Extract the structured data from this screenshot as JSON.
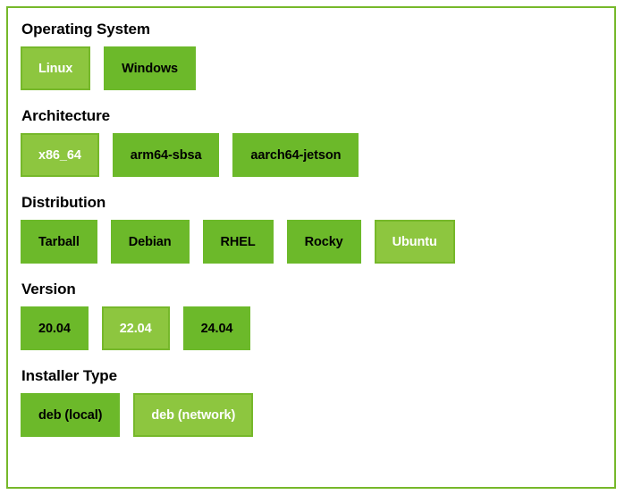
{
  "card": {
    "accent_color": "#76b82a",
    "selected_fill": "#8dc63f",
    "unselected_fill": "#6cb92a",
    "selected_text_color": "#ffffff",
    "unselected_text_color": "#000000"
  },
  "sections": [
    {
      "key": "operating_system",
      "title": "Operating System",
      "options": [
        {
          "label": "Linux",
          "selected": true
        },
        {
          "label": "Windows",
          "selected": false
        }
      ]
    },
    {
      "key": "architecture",
      "title": "Architecture",
      "options": [
        {
          "label": "x86_64",
          "selected": true
        },
        {
          "label": "arm64-sbsa",
          "selected": false
        },
        {
          "label": "aarch64-jetson",
          "selected": false
        }
      ]
    },
    {
      "key": "distribution",
      "title": "Distribution",
      "options": [
        {
          "label": "Tarball",
          "selected": false
        },
        {
          "label": "Debian",
          "selected": false
        },
        {
          "label": "RHEL",
          "selected": false
        },
        {
          "label": "Rocky",
          "selected": false
        },
        {
          "label": "Ubuntu",
          "selected": true
        }
      ]
    },
    {
      "key": "version",
      "title": "Version",
      "options": [
        {
          "label": "20.04",
          "selected": false
        },
        {
          "label": "22.04",
          "selected": true
        },
        {
          "label": "24.04",
          "selected": false
        }
      ]
    },
    {
      "key": "installer_type",
      "title": "Installer Type",
      "options": [
        {
          "label": "deb (local)",
          "selected": false
        },
        {
          "label": "deb (network)",
          "selected": true
        }
      ]
    }
  ]
}
